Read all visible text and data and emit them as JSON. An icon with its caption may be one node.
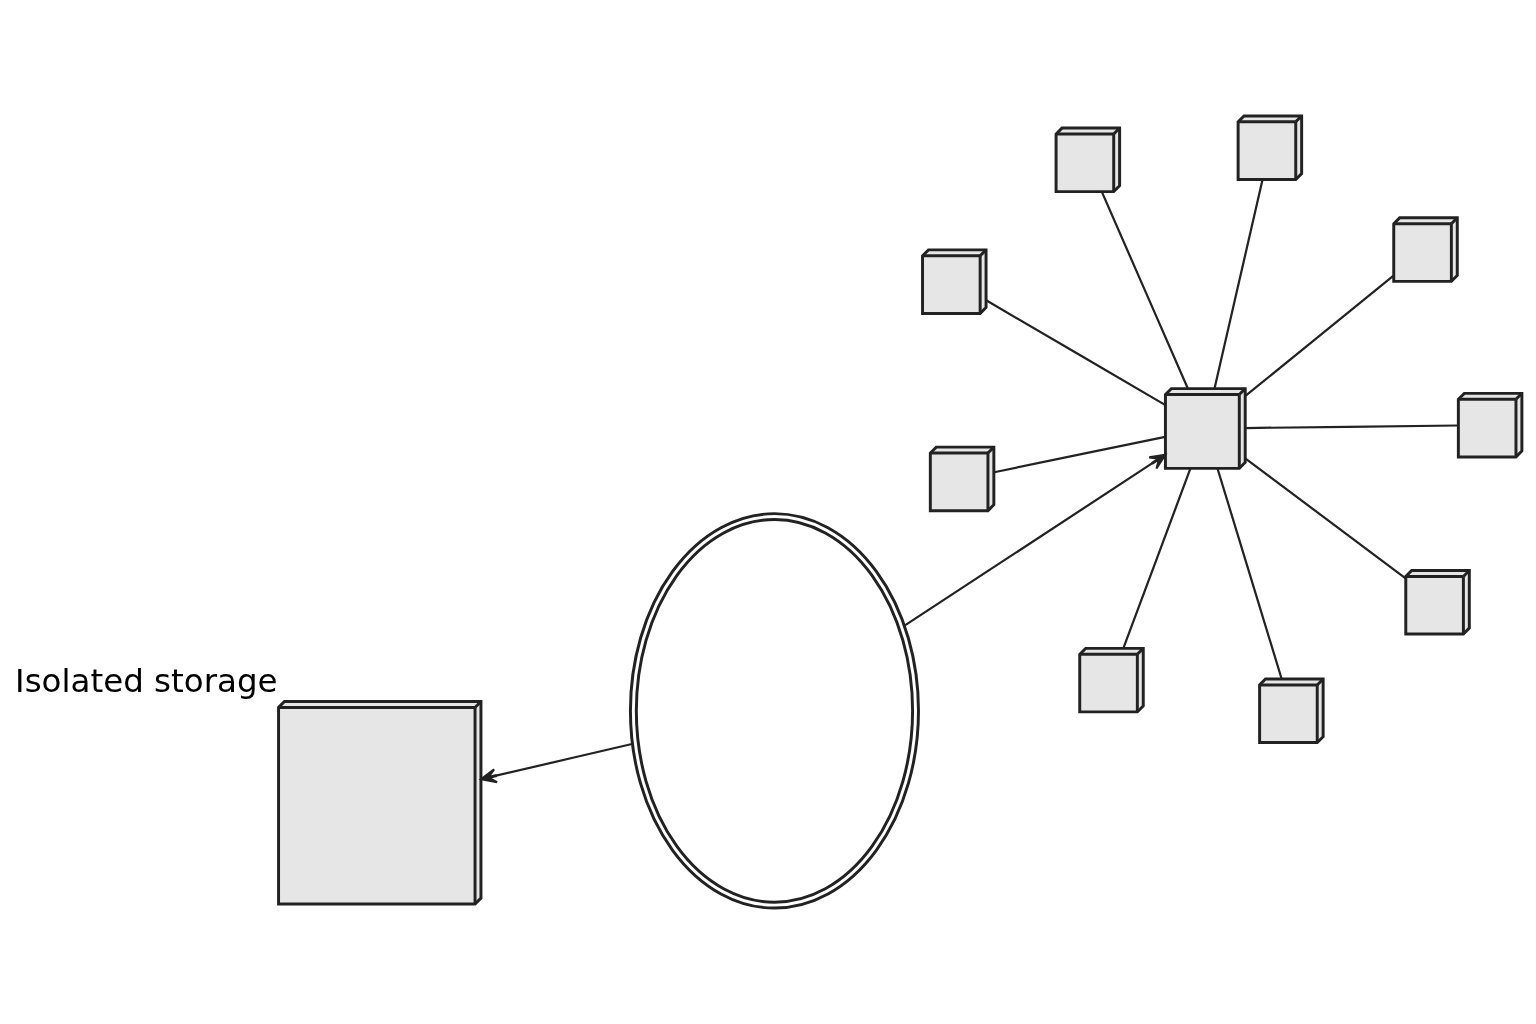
{
  "diagram": {
    "nodes": [
      {
        "text": [],
        "shape": "box",
        "beside": [
          "Isolated storage"
        ]
      },
      {
        "text": [],
        "shape": "circle"
      },
      {
        "text": [],
        "shape": "box"
      },
      {
        "text": [],
        "shape": "box"
      },
      {
        "text": [],
        "shape": "box"
      },
      {
        "text": [],
        "shape": "box"
      },
      {
        "text": [],
        "shape": "box"
      },
      {
        "text": [],
        "shape": "box"
      },
      {
        "text": [],
        "shape": "box"
      },
      {
        "text": [],
        "shape": "box"
      },
      {
        "text": [],
        "shape": "box"
      },
      {
        "text": [],
        "shape": "box"
      }
    ],
    "edges": [
      {
        "from": 1,
        "to": 0,
        "arrow": "to"
      },
      {
        "from": 1,
        "to": 2,
        "arrow": "to"
      },
      {
        "from": 2,
        "to": 3,
        "arrow": "none"
      },
      {
        "from": 2,
        "to": 4,
        "arrow": "none"
      },
      {
        "from": 2,
        "to": 5,
        "arrow": "none"
      },
      {
        "from": 2,
        "to": 6,
        "arrow": "none"
      },
      {
        "from": 2,
        "to": 7,
        "arrow": "none"
      },
      {
        "from": 2,
        "to": 8,
        "arrow": "none"
      },
      {
        "from": 2,
        "to": 9,
        "arrow": "none"
      },
      {
        "from": 2,
        "to": 10,
        "arrow": "none"
      },
      {
        "from": 2,
        "to": 11,
        "arrow": "none"
      }
    ]
  }
}
